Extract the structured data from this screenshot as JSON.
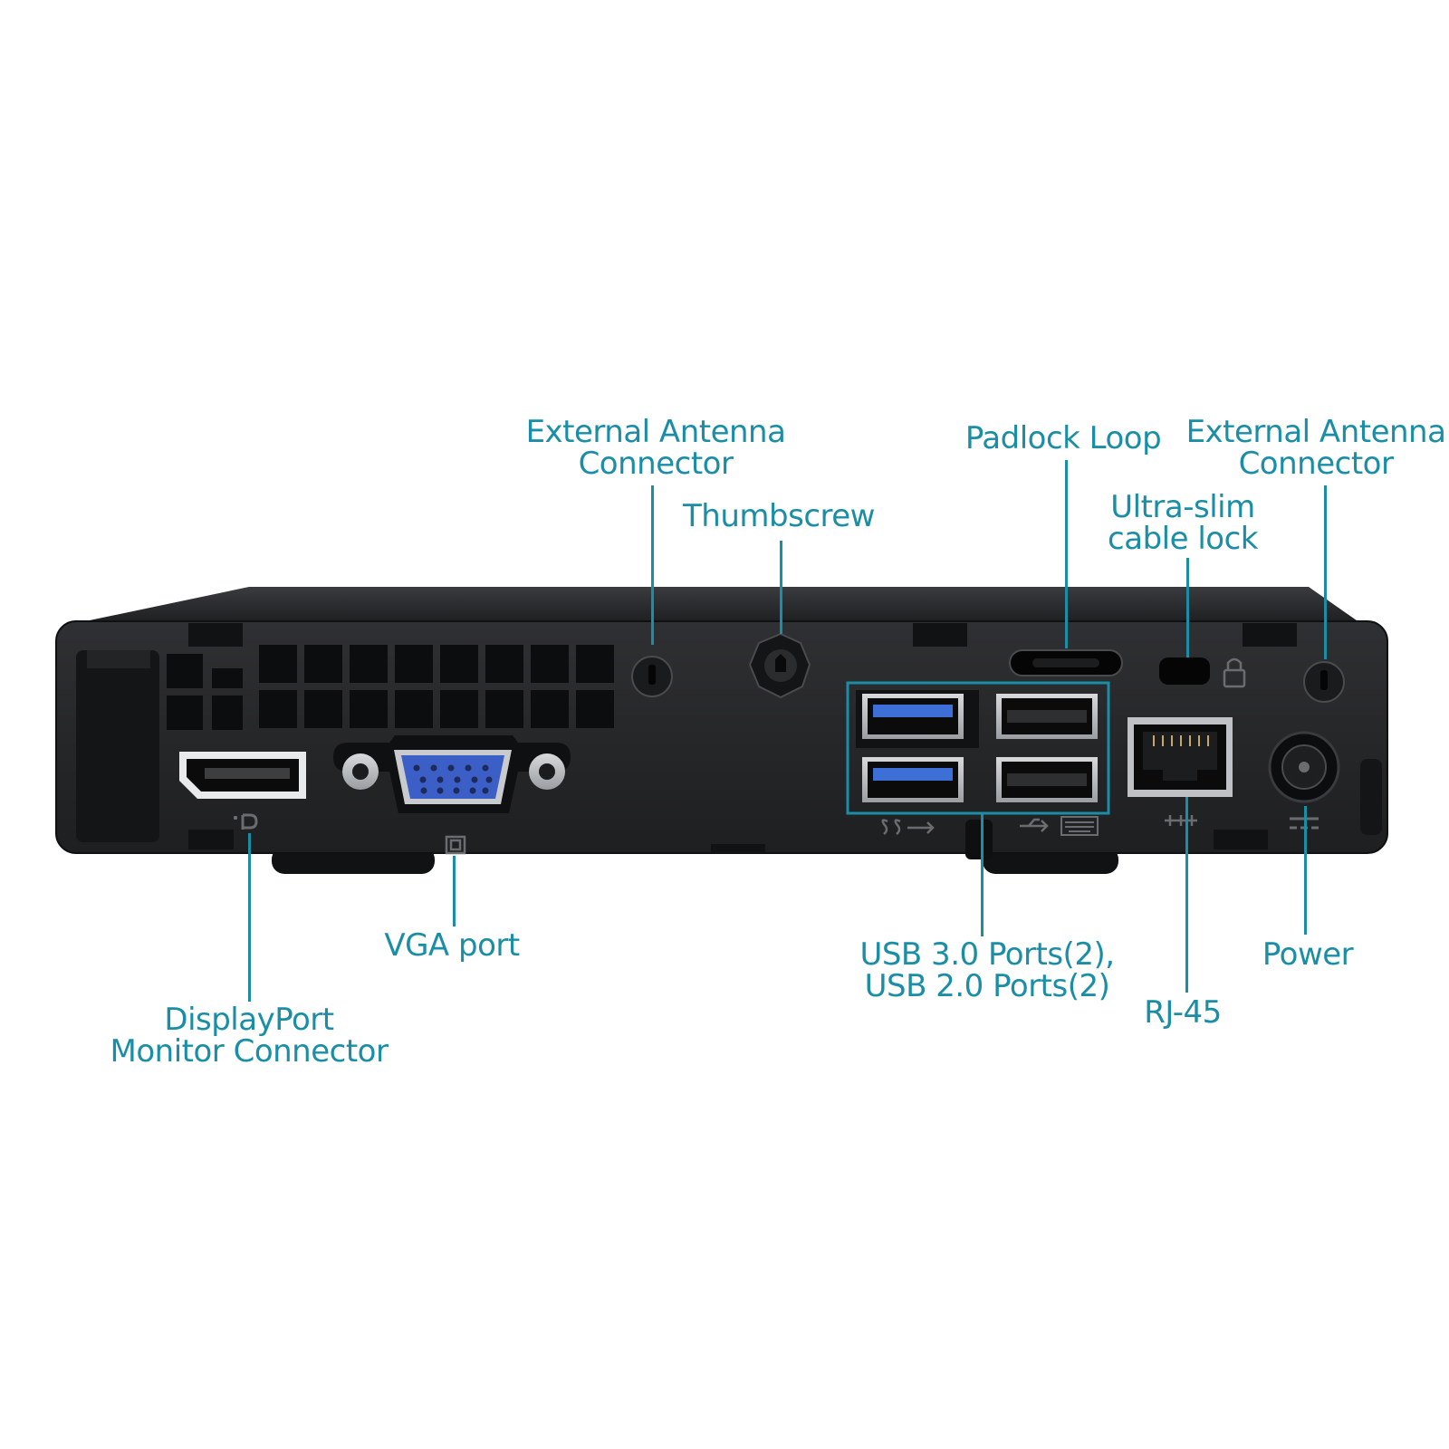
{
  "colors": {
    "accent": "#1a8ea6",
    "chassis": "#2b2c2e",
    "chassis_dark": "#161718",
    "usb3_blue": "#3d6fd6",
    "vga_blue": "#3b5fc7"
  },
  "callouts": {
    "antenna_left": {
      "line1": "External Antenna",
      "line2": "Connector"
    },
    "thumbscrew": {
      "line1": "Thumbscrew"
    },
    "padlock": {
      "line1": "Padlock Loop"
    },
    "antenna_right": {
      "line1": "External Antenna",
      "line2": "Connector"
    },
    "cable_lock": {
      "line1": "Ultra-slim",
      "line2": "cable lock"
    },
    "vga": {
      "line1": "VGA port"
    },
    "displayport": {
      "line1": "DisplayPort",
      "line2": "Monitor Connector"
    },
    "usb": {
      "line1": "USB 3.0 Ports(2),",
      "line2": "USB 2.0 Ports(2)"
    },
    "rj45": {
      "line1": "RJ-45"
    },
    "power": {
      "line1": "Power"
    }
  },
  "icons": {
    "displayport": "displayport-icon",
    "vga": "monitor-icon",
    "usb3": "ss-usb-icon",
    "usb2": "usb-icon",
    "keyboard": "keyboard-icon",
    "network": "network-icon",
    "power": "dc-power-icon",
    "lock": "padlock-icon"
  }
}
